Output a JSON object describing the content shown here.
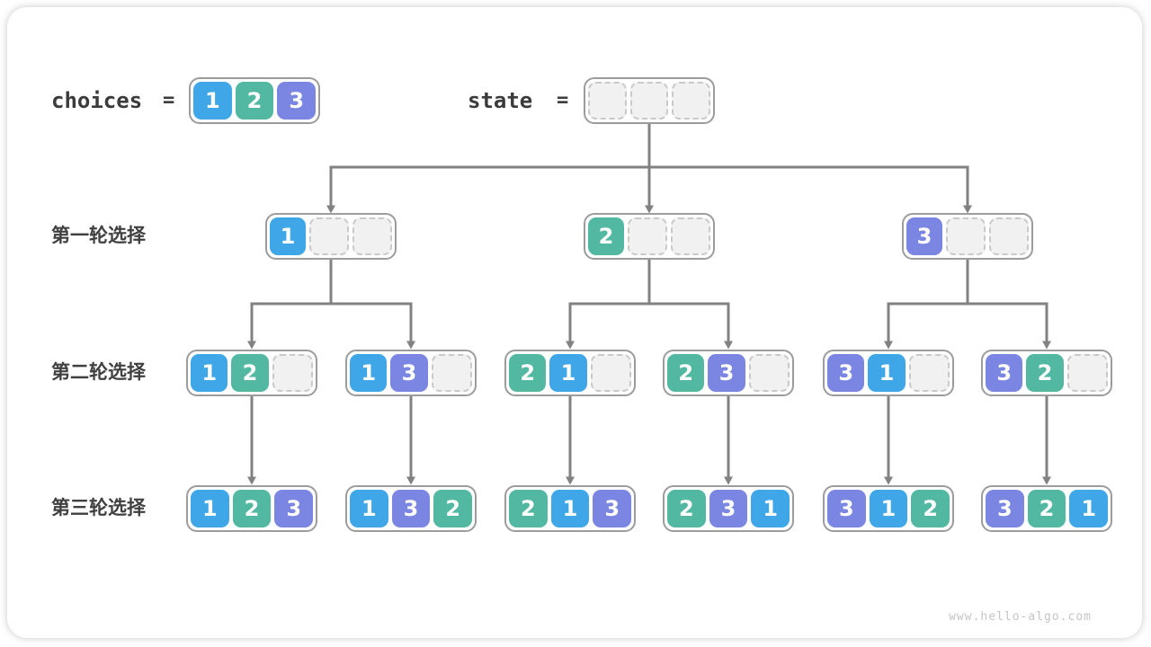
{
  "colors": {
    "1": "#3fa6e8",
    "2": "#53b8a1",
    "3": "#7b86e2"
  },
  "header": {
    "choices_label": "choices",
    "choices_equals": "=",
    "state_label": "state",
    "state_equals": "=",
    "choices_cells": [
      1,
      2,
      3
    ],
    "state_cells": [
      null,
      null,
      null
    ]
  },
  "rows": [
    {
      "label": "第一轮选择",
      "boxes": [
        [
          1,
          null,
          null
        ],
        [
          2,
          null,
          null
        ],
        [
          3,
          null,
          null
        ]
      ]
    },
    {
      "label": "第二轮选择",
      "boxes": [
        [
          1,
          2,
          null
        ],
        [
          1,
          3,
          null
        ],
        [
          2,
          1,
          null
        ],
        [
          2,
          3,
          null
        ],
        [
          3,
          1,
          null
        ],
        [
          3,
          2,
          null
        ]
      ]
    },
    {
      "label": "第三轮选择",
      "boxes": [
        [
          1,
          2,
          3
        ],
        [
          1,
          3,
          2
        ],
        [
          2,
          1,
          3
        ],
        [
          2,
          3,
          1
        ],
        [
          3,
          1,
          2
        ],
        [
          3,
          2,
          1
        ]
      ]
    }
  ],
  "watermark": "www.hello-algo.com"
}
